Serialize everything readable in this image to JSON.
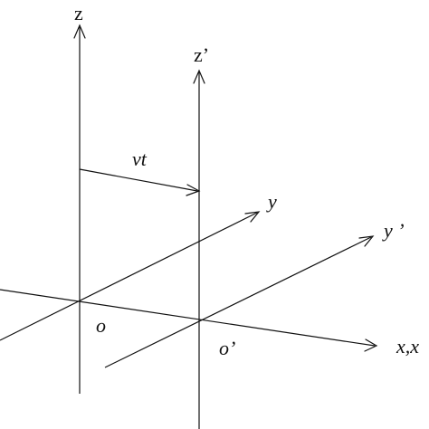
{
  "diagram": {
    "labels": {
      "z": "z",
      "z_prime": "z’",
      "vt": "vt",
      "y": "y",
      "y_prime": "y ’",
      "o": "o",
      "o_prime": "o’",
      "x_xprime": "x,x"
    },
    "colors": {
      "ink": "#111111",
      "background": "#ffffff"
    }
  }
}
